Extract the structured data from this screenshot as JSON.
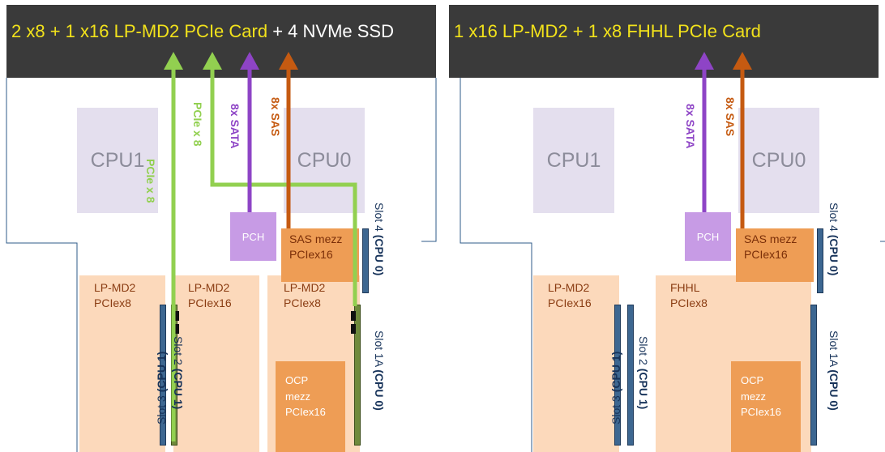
{
  "left": {
    "title_highlight": "2 x8 + 1 x16 LP-MD2 PCIe Card",
    "title_rest": " + 4 NVMe SSD",
    "cpu1": "CPU1",
    "cpu0": "CPU0",
    "pch": "PCH",
    "sas_mezz": [
      "SAS mezz",
      "PCIex16"
    ],
    "card_a": [
      "LP-MD2",
      "PCIex8"
    ],
    "card_b": [
      "LP-MD2",
      "PCIex16"
    ],
    "card_c": [
      "LP-MD2",
      "PCIex8"
    ],
    "ocp": [
      "OCP",
      "mezz",
      "PCIex16"
    ],
    "arrow_labels": [
      "PCIe x 8",
      "PCIe x 8",
      "8x SATA",
      "8x SAS"
    ],
    "slots": {
      "slot3": {
        "name": "Slot 3 ",
        "cpu": "(CPU 1)"
      },
      "slot2": {
        "name": "Slot 2 ",
        "cpu": "(CPU 1)"
      },
      "slot4": {
        "name": "Slot 4 ",
        "cpu": "(CPU 0)"
      },
      "slot1a": {
        "name": "Slot 1A ",
        "cpu": "(CPU 0)"
      }
    }
  },
  "right": {
    "title_highlight": "1 x16 LP-MD2 + 1 x8 FHHL PCIe Card",
    "cpu1": "CPU1",
    "cpu0": "CPU0",
    "pch": "PCH",
    "sas_mezz": [
      "SAS mezz",
      "PCIex16"
    ],
    "card_a": [
      "LP-MD2",
      "PCIex16"
    ],
    "card_b": [
      "FHHL",
      "PCIex8"
    ],
    "ocp": [
      "OCP",
      "mezz",
      "PCIex16"
    ],
    "arrow_labels": [
      "8x SATA",
      "8x SAS"
    ],
    "slots": {
      "slot3": {
        "name": "Slot 3 ",
        "cpu": "(CPU 1)"
      },
      "slot2": {
        "name": "Slot 2 ",
        "cpu": "(CPU 1)"
      },
      "slot4": {
        "name": "Slot 4 ",
        "cpu": "(CPU 0)"
      },
      "slot1a": {
        "name": "Slot 1A ",
        "cpu": "(CPU 0)"
      }
    }
  },
  "colors": {
    "header_bg": "#3a3a3a",
    "title_highlight": "#f2e21b",
    "pcie_green": "#92d050",
    "sata_purple": "#8e44c6",
    "sas_orange": "#c55a11",
    "slot_blue": "#3d6791"
  }
}
